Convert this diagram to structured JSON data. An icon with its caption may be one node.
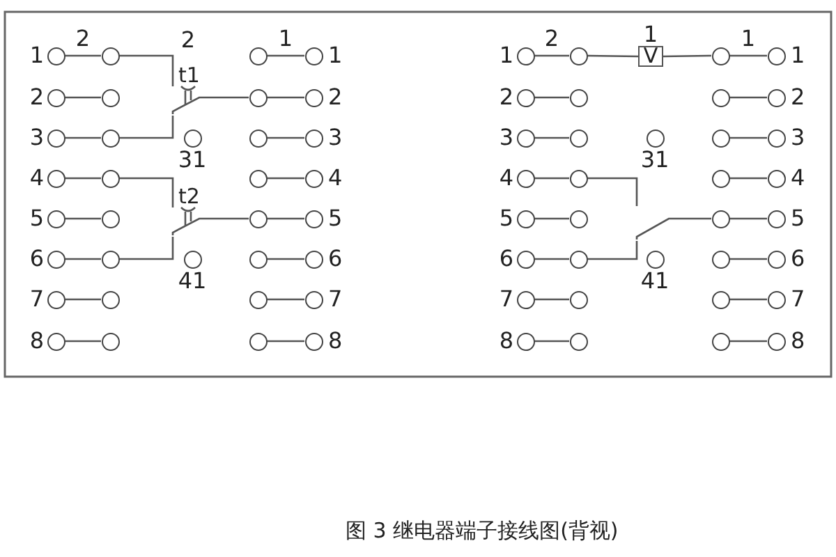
{
  "diagram": {
    "caption": "图 3 继电器端子接线图(背视)",
    "nodes": [
      {
        "text": [],
        "shape": "circle",
        "beside": [
          "1"
        ]
      },
      {
        "text": [],
        "shape": "circle"
      },
      {
        "text": [],
        "shape": "circle"
      },
      {
        "text": [],
        "shape": "circle",
        "beside": [
          "1"
        ]
      },
      {
        "text": [],
        "shape": "circle",
        "beside": [
          "2"
        ]
      },
      {
        "text": [],
        "shape": "circle"
      },
      {
        "text": [],
        "shape": "circle"
      },
      {
        "text": [],
        "shape": "circle",
        "beside": [
          "2"
        ]
      },
      {
        "text": [],
        "shape": "circle",
        "beside": [
          "3"
        ]
      },
      {
        "text": [],
        "shape": "circle"
      },
      {
        "text": [],
        "shape": "circle"
      },
      {
        "text": [],
        "shape": "circle",
        "beside": [
          "3"
        ]
      },
      {
        "text": [],
        "shape": "circle",
        "beside": [
          "4"
        ]
      },
      {
        "text": [],
        "shape": "circle"
      },
      {
        "text": [],
        "shape": "circle"
      },
      {
        "text": [],
        "shape": "circle",
        "beside": [
          "4"
        ]
      },
      {
        "text": [],
        "shape": "circle",
        "beside": [
          "5"
        ]
      },
      {
        "text": [],
        "shape": "circle"
      },
      {
        "text": [],
        "shape": "circle"
      },
      {
        "text": [],
        "shape": "circle",
        "beside": [
          "5"
        ]
      },
      {
        "text": [],
        "shape": "circle",
        "beside": [
          "6"
        ]
      },
      {
        "text": [],
        "shape": "circle"
      },
      {
        "text": [],
        "shape": "circle"
      },
      {
        "text": [],
        "shape": "circle",
        "beside": [
          "6"
        ]
      },
      {
        "text": [],
        "shape": "circle",
        "beside": [
          "7"
        ]
      },
      {
        "text": [],
        "shape": "circle"
      },
      {
        "text": [],
        "shape": "circle"
      },
      {
        "text": [],
        "shape": "circle",
        "beside": [
          "7"
        ]
      },
      {
        "text": [],
        "shape": "circle",
        "beside": [
          "8"
        ]
      },
      {
        "text": [],
        "shape": "circle"
      },
      {
        "text": [],
        "shape": "circle"
      },
      {
        "text": [],
        "shape": "circle",
        "beside": [
          "8"
        ]
      },
      {
        "text": [],
        "shape": "circle",
        "beside": [
          "31"
        ]
      },
      {
        "text": [],
        "shape": "circle",
        "beside": [
          "41"
        ]
      },
      {
        "text": [
          "t1"
        ],
        "beside": [
          "2"
        ]
      },
      {
        "text": [
          "t2"
        ]
      },
      {
        "text": [],
        "shape": "circle",
        "beside": [
          "1"
        ]
      },
      {
        "text": [],
        "shape": "circle"
      },
      {
        "text": [],
        "shape": "circle"
      },
      {
        "text": [],
        "shape": "circle",
        "beside": [
          "1"
        ]
      },
      {
        "text": [],
        "shape": "circle",
        "beside": [
          "2"
        ]
      },
      {
        "text": [],
        "shape": "circle"
      },
      {
        "text": [],
        "shape": "circle"
      },
      {
        "text": [],
        "shape": "circle",
        "beside": [
          "2"
        ]
      },
      {
        "text": [],
        "shape": "circle",
        "beside": [
          "3"
        ]
      },
      {
        "text": [],
        "shape": "circle"
      },
      {
        "text": [],
        "shape": "circle"
      },
      {
        "text": [],
        "shape": "circle",
        "beside": [
          "3"
        ]
      },
      {
        "text": [],
        "shape": "circle",
        "beside": [
          "4"
        ]
      },
      {
        "text": [],
        "shape": "circle"
      },
      {
        "text": [],
        "shape": "circle"
      },
      {
        "text": [],
        "shape": "circle",
        "beside": [
          "4"
        ]
      },
      {
        "text": [],
        "shape": "circle",
        "beside": [
          "5"
        ]
      },
      {
        "text": [],
        "shape": "circle"
      },
      {
        "text": [],
        "shape": "circle"
      },
      {
        "text": [],
        "shape": "circle",
        "beside": [
          "5"
        ]
      },
      {
        "text": [],
        "shape": "circle",
        "beside": [
          "6"
        ]
      },
      {
        "text": [],
        "shape": "circle"
      },
      {
        "text": [],
        "shape": "circle"
      },
      {
        "text": [],
        "shape": "circle",
        "beside": [
          "6"
        ]
      },
      {
        "text": [],
        "shape": "circle",
        "beside": [
          "7"
        ]
      },
      {
        "text": [],
        "shape": "circle"
      },
      {
        "text": [],
        "shape": "circle"
      },
      {
        "text": [],
        "shape": "circle",
        "beside": [
          "7"
        ]
      },
      {
        "text": [],
        "shape": "circle",
        "beside": [
          "8"
        ]
      },
      {
        "text": [],
        "shape": "circle"
      },
      {
        "text": [],
        "shape": "circle"
      },
      {
        "text": [],
        "shape": "circle",
        "beside": [
          "8"
        ]
      },
      {
        "text": [],
        "shape": "circle",
        "beside": [
          "31"
        ]
      },
      {
        "text": [],
        "shape": "circle",
        "beside": [
          "41"
        ]
      },
      {
        "text": [
          "V"
        ],
        "beside": [
          "1"
        ]
      },
      {
        "text": [],
        "shape": "switch"
      }
    ],
    "edges": [
      {
        "from": 0,
        "to": 1,
        "arrow": "none",
        "label": "2"
      },
      {
        "from": 2,
        "to": 3,
        "arrow": "none",
        "label": "1"
      },
      {
        "from": 4,
        "to": 5,
        "arrow": "none"
      },
      {
        "from": 6,
        "to": 7,
        "arrow": "none"
      },
      {
        "from": 8,
        "to": 9,
        "arrow": "none"
      },
      {
        "from": 10,
        "to": 11,
        "arrow": "none"
      },
      {
        "from": 12,
        "to": 13,
        "arrow": "none"
      },
      {
        "from": 14,
        "to": 15,
        "arrow": "none"
      },
      {
        "from": 16,
        "to": 17,
        "arrow": "none"
      },
      {
        "from": 18,
        "to": 19,
        "arrow": "none"
      },
      {
        "from": 20,
        "to": 21,
        "arrow": "none"
      },
      {
        "from": 22,
        "to": 23,
        "arrow": "none"
      },
      {
        "from": 24,
        "to": 25,
        "arrow": "none"
      },
      {
        "from": 26,
        "to": 27,
        "arrow": "none"
      },
      {
        "from": 28,
        "to": 29,
        "arrow": "none"
      },
      {
        "from": 30,
        "to": 31,
        "arrow": "none"
      },
      {
        "from": 1,
        "to": 34,
        "arrow": "none"
      },
      {
        "from": 9,
        "to": 34,
        "arrow": "none"
      },
      {
        "from": 34,
        "to": 6,
        "arrow": "none"
      },
      {
        "from": 13,
        "to": 35,
        "arrow": "none"
      },
      {
        "from": 21,
        "to": 35,
        "arrow": "none"
      },
      {
        "from": 35,
        "to": 18,
        "arrow": "none"
      },
      {
        "from": 36,
        "to": 37,
        "arrow": "none",
        "label": "2"
      },
      {
        "from": 38,
        "to": 39,
        "arrow": "none",
        "label": "1"
      },
      {
        "from": 40,
        "to": 41,
        "arrow": "none"
      },
      {
        "from": 42,
        "to": 43,
        "arrow": "none"
      },
      {
        "from": 44,
        "to": 45,
        "arrow": "none"
      },
      {
        "from": 46,
        "to": 47,
        "arrow": "none"
      },
      {
        "from": 48,
        "to": 49,
        "arrow": "none"
      },
      {
        "from": 50,
        "to": 51,
        "arrow": "none"
      },
      {
        "from": 52,
        "to": 53,
        "arrow": "none"
      },
      {
        "from": 54,
        "to": 55,
        "arrow": "none"
      },
      {
        "from": 56,
        "to": 57,
        "arrow": "none"
      },
      {
        "from": 58,
        "to": 59,
        "arrow": "none"
      },
      {
        "from": 60,
        "to": 61,
        "arrow": "none"
      },
      {
        "from": 62,
        "to": 63,
        "arrow": "none"
      },
      {
        "from": 64,
        "to": 65,
        "arrow": "none"
      },
      {
        "from": 66,
        "to": 67,
        "arrow": "none"
      },
      {
        "from": 37,
        "to": 70,
        "arrow": "none"
      },
      {
        "from": 70,
        "to": 38,
        "arrow": "none"
      },
      {
        "from": 49,
        "to": 71,
        "arrow": "none"
      },
      {
        "from": 57,
        "to": 71,
        "arrow": "none"
      },
      {
        "from": 71,
        "to": 54,
        "arrow": "none"
      }
    ]
  }
}
